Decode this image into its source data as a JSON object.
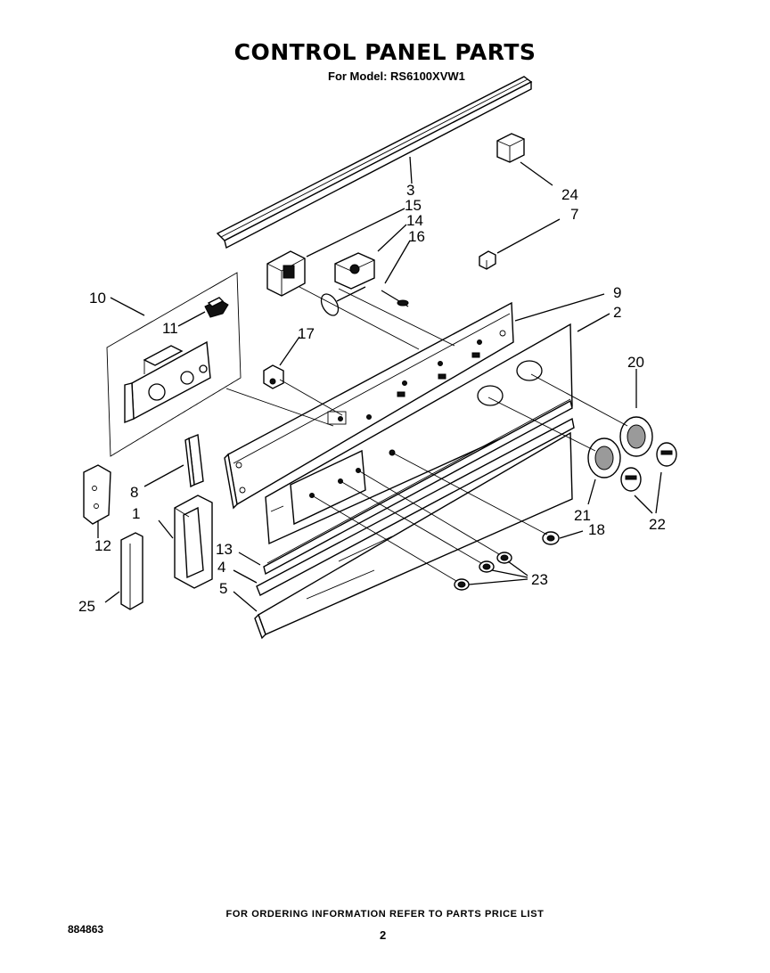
{
  "header": {
    "title": "CONTROL PANEL PARTS",
    "subtitle": "For Model: RS6100XVW1"
  },
  "callouts": {
    "c1": "1",
    "c2": "2",
    "c3": "3",
    "c4": "4",
    "c5": "5",
    "c7": "7",
    "c8": "8",
    "c9": "9",
    "c10": "10",
    "c11": "11",
    "c12": "12",
    "c13": "13",
    "c14": "14",
    "c15": "15",
    "c16": "16",
    "c17": "17",
    "c18": "18",
    "c20": "20",
    "c21": "21",
    "c22": "22",
    "c23": "23",
    "c24": "24",
    "c25": "25"
  },
  "footer": {
    "note": "FOR ORDERING INFORMATION REFER TO PARTS PRICE LIST",
    "doc_number": "884863",
    "page_number": "2"
  }
}
